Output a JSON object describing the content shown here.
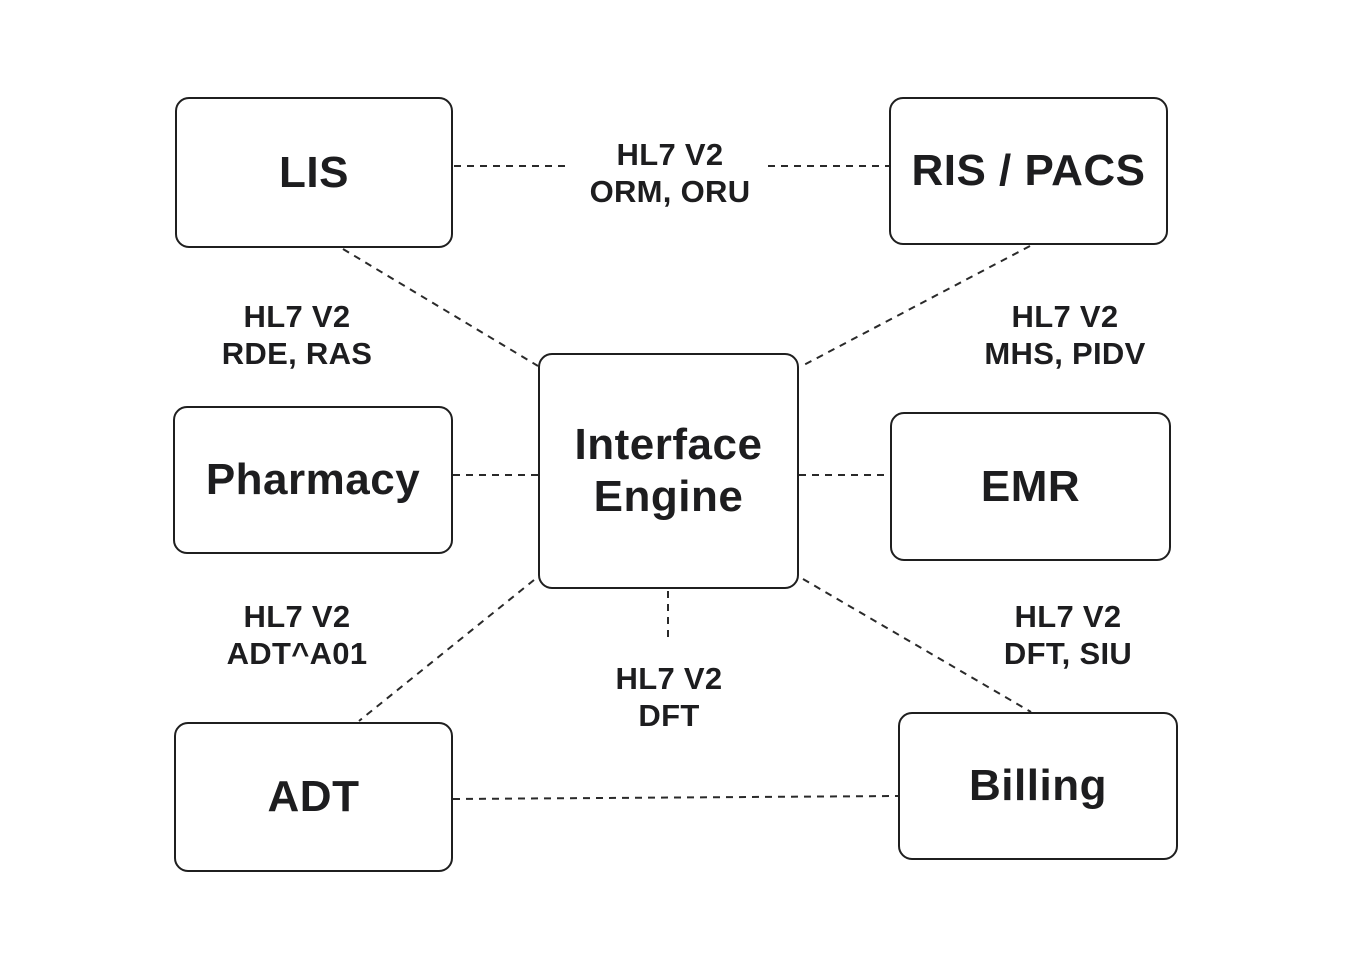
{
  "canvas": {
    "background_color": "#ffffff",
    "box_border_color": "#1f1f1f",
    "box_fill_color": "#ffffff",
    "line_color": "#2a2a2a",
    "text_color": "#1d1d1f"
  },
  "nodes": {
    "lis": {
      "label": "LIS"
    },
    "ris_pacs": {
      "label": "RIS / PACS"
    },
    "pharmacy": {
      "label": "Pharmacy"
    },
    "interface_engine": {
      "label": "Interface Engine"
    },
    "emr": {
      "label": "EMR"
    },
    "adt": {
      "label": "ADT"
    },
    "billing": {
      "label": "Billing"
    }
  },
  "edge_labels": {
    "lis_ris_pacs": "HL7 V2\nORM, ORU",
    "rde_ras": "HL7 V2\nRDE, RAS",
    "mhs_pidv": "HL7 V2\nMHS, PIDV",
    "adt_a01": "HL7 V2\nADT^A01",
    "dft": "HL7 V2\nDFT",
    "dft_siu": "HL7 V2\nDFT, SIU"
  }
}
